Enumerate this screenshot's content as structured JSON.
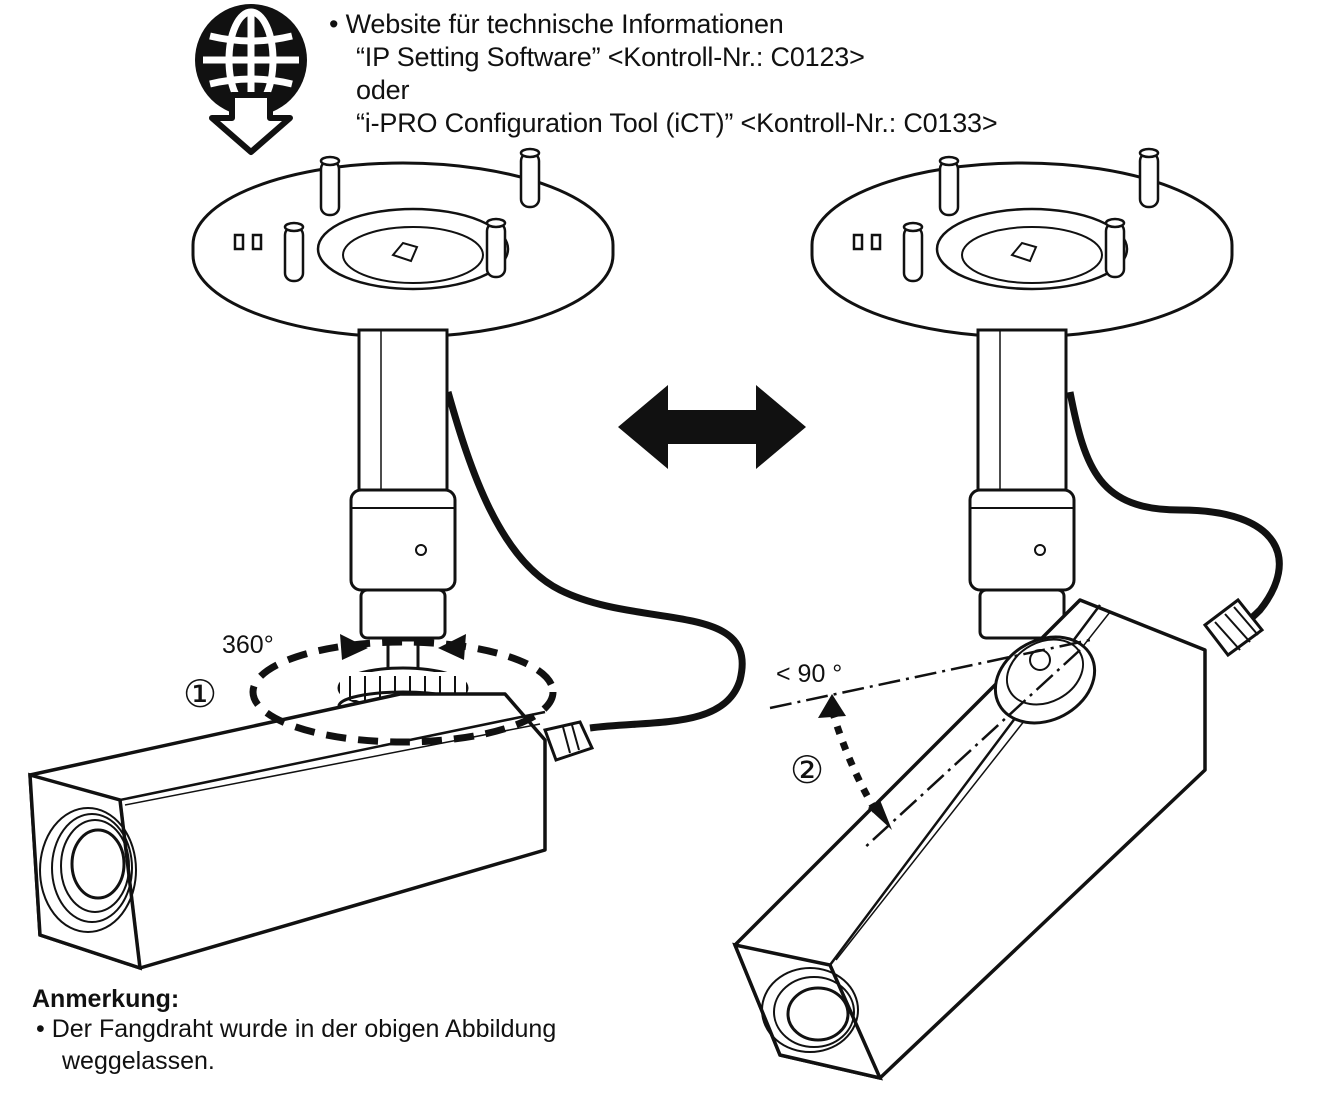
{
  "info": {
    "bullet": "•",
    "line1": "Website für technische Informationen",
    "line2": "“IP Setting Software”  <Kontroll-Nr.: C0123>",
    "line3": "oder",
    "line4": "“i-PRO Configuration Tool (iCT)” <Kontroll-Nr.: C0133>"
  },
  "left_figure": {
    "rotation_label": "360°",
    "step_marker": "①"
  },
  "right_figure": {
    "angle_label": "< 90 °",
    "step_marker": "②"
  },
  "note": {
    "title": "Anmerkung:",
    "bullet": "•",
    "line1": "Der Fangdraht wurde in der obigen Abbildung",
    "line2": "weggelassen."
  },
  "icons": {
    "download_globe": "globe-download-icon",
    "switch_arrow": "double-arrow-icon"
  },
  "colors": {
    "ink": "#111111",
    "background": "#ffffff"
  }
}
